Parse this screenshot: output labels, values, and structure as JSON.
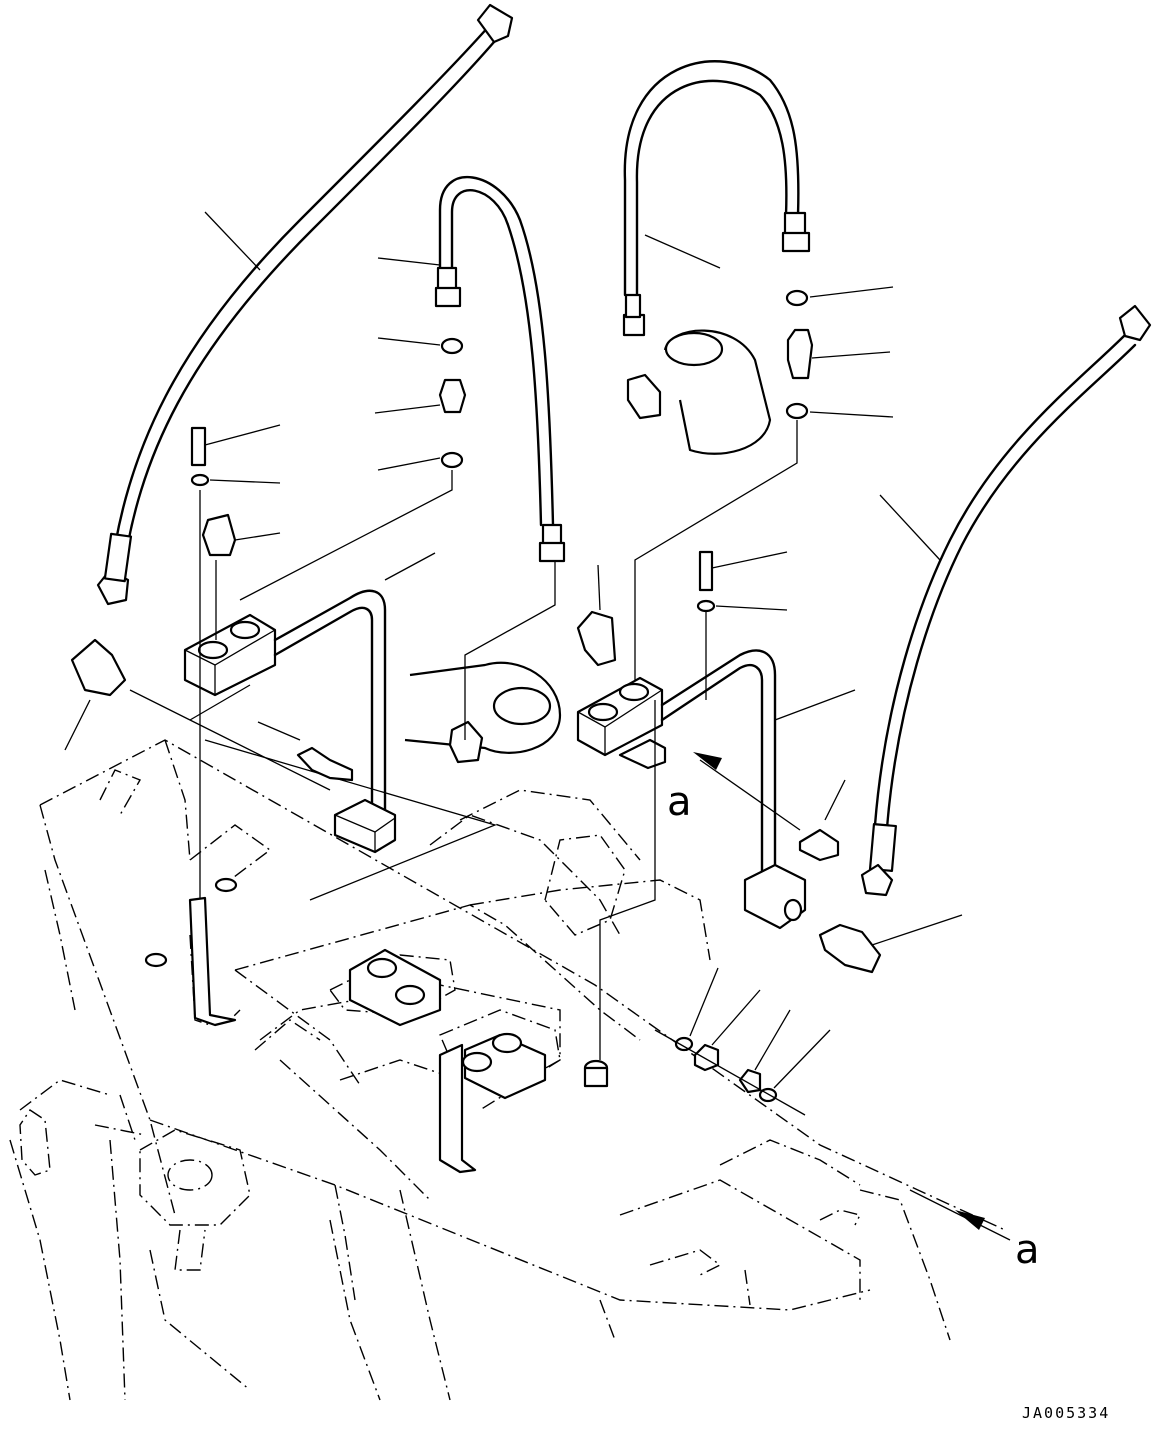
{
  "view_labels": {
    "a_upper": "a",
    "a_lower": "a"
  },
  "drawing_code": "JA005334"
}
